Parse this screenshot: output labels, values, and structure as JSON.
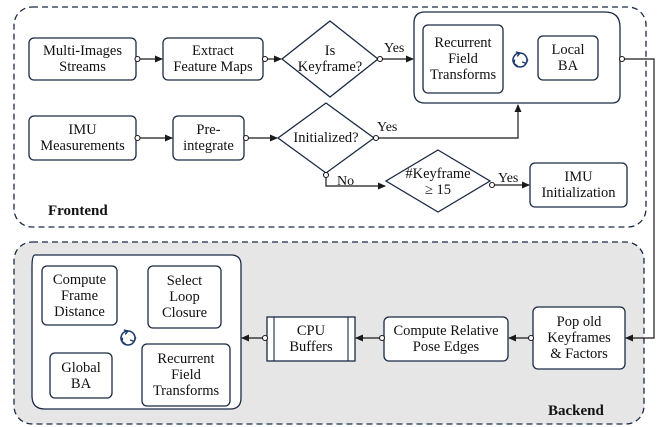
{
  "sections": {
    "frontend": "Frontend",
    "backend": "Backend"
  },
  "nodes": {
    "multi_images": "Multi-Images\nStreams",
    "extract_features": "Extract\nFeature Maps",
    "is_keyframe": "Is\nKeyframe?",
    "recurrent_front": "Recurrent\nField\nTransforms",
    "local_ba": "Local\nBA",
    "imu_meas": "IMU\nMeasurements",
    "preintegrate": "Pre-\nintegrate",
    "initialized": "Initialized?",
    "keyframe_count": "#Keyframe\n≥ 15",
    "imu_init": "IMU\nInitialization",
    "pop_old": "Pop old\nKeyframes\n& Factors",
    "compute_relative": "Compute Relative\nPose Edges",
    "cpu_buffers": "CPU\nBuffers",
    "compute_frame_dist": "Compute\nFrame\nDistance",
    "select_loop": "Select\nLoop\nClosure",
    "global_ba": "Global\nBA",
    "recurrent_back": "Recurrent\nField\nTransforms"
  },
  "edge_labels": {
    "yes_keyframe": "Yes",
    "yes_initialized": "Yes",
    "no_initialized": "No",
    "yes_count": "Yes"
  },
  "colors": {
    "stroke": "#1a2a44",
    "line": "#1a1a1a",
    "backend_fill": "#e6e6e6",
    "box_fill": "#ffffff",
    "cycle_icon": "#1e3a6e"
  },
  "icons": [
    "cycle-arrows-icon"
  ]
}
